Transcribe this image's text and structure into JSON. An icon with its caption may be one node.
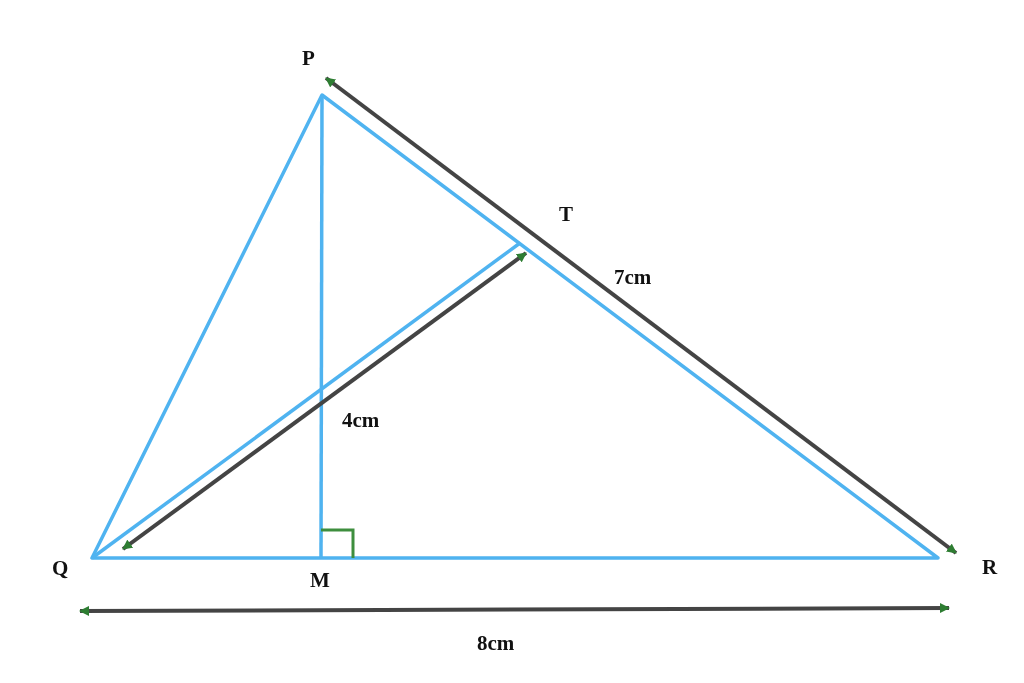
{
  "diagram": {
    "labels": [
      "P",
      "T",
      "7cm",
      "4cm",
      "Q",
      "M",
      "R",
      "8cm"
    ]
  }
}
